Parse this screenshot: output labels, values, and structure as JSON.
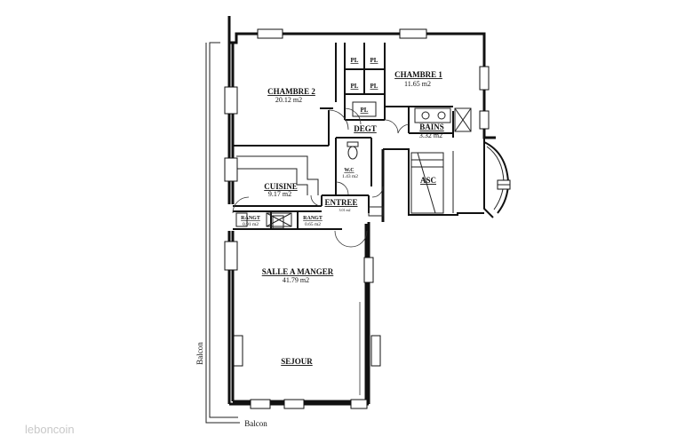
{
  "rooms": {
    "chambre2": {
      "name": "CHAMBRE 2",
      "area": "20.12 m2"
    },
    "chambre1": {
      "name": "CHAMBRE 1",
      "area": "11.65 m2"
    },
    "bains": {
      "name": "BAINS",
      "area": "3.32 m2"
    },
    "degt": {
      "name": "DEGT"
    },
    "wc": {
      "name": "W.C",
      "area": "1.43 m2"
    },
    "asc": {
      "name": "ASC"
    },
    "cuisine": {
      "name": "CUISINE",
      "area": "9.17 m2"
    },
    "entree": {
      "name": "ENTREE",
      "area": "3.01 m2"
    },
    "rangt1": {
      "name": "RANGT",
      "area": "0.91 m2"
    },
    "rangt2": {
      "name": "RANGT",
      "area": "0.65 m2"
    },
    "salle": {
      "name": "SALLE A MANGER",
      "area": "41.79 m2"
    },
    "sejour": {
      "name": "SEJOUR"
    }
  },
  "placards": [
    "PL",
    "PL",
    "PL",
    "PL",
    "PL"
  ],
  "balcony_left": "Balcon",
  "balcony_bottom": "Balcon",
  "watermark": "leboncoin"
}
